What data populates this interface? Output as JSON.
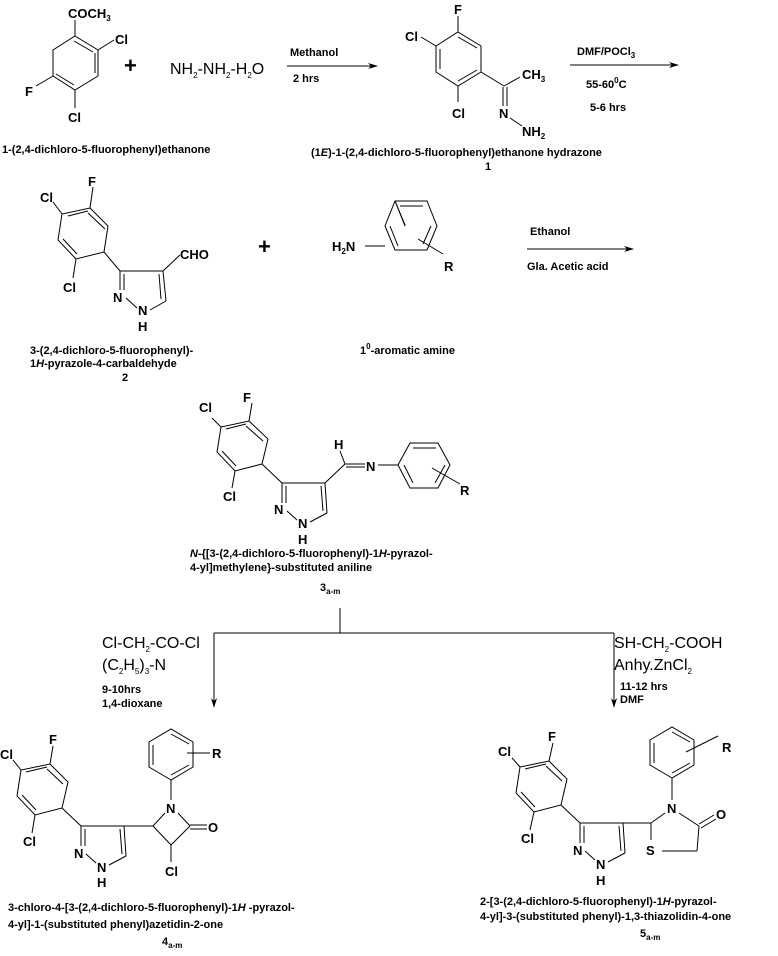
{
  "scheme": {
    "step1": {
      "reactant1": {
        "substituents": {
          "acyl": "COCH",
          "acyl_sub": "3",
          "cl_top": "Cl",
          "cl_bottom": "Cl",
          "f": "F"
        },
        "name": "1-(2,4-dichloro-5-fluorophenyl)ethanone"
      },
      "plus": "+",
      "reactant2": {
        "parts": [
          "NH",
          "2",
          "-NH",
          "2",
          "-H",
          "2",
          "O"
        ]
      },
      "conditions": {
        "above": "Methanol",
        "below": "2 hrs"
      }
    },
    "compound1": {
      "atoms": {
        "f": "F",
        "cl_top": "Cl",
        "cl_bottom": "Cl",
        "ch3": "CH",
        "ch3_sub": "3",
        "n": "N",
        "nh2": "NH",
        "nh2_sub": "2"
      },
      "name_prefix": "(1",
      "name_italic": "E",
      "name_suffix": ")-1-(2,4-dichloro-5-fluorophenyl)ethanone hydrazone",
      "number": "1"
    },
    "step2": {
      "conditions": {
        "above": "DMF/POCl",
        "above_sub": "3",
        "temp": "55-60",
        "temp_sup": "0",
        "temp_unit": "C",
        "time": "5-6 hrs"
      }
    },
    "compound2": {
      "atoms": {
        "f": "F",
        "cl_top": "Cl",
        "cl_bottom": "Cl",
        "cho": "CHO",
        "n1": "N",
        "n2": "N",
        "h": "H"
      },
      "name_line1": "3-(2,4-dichloro-5-fluorophenyl)-",
      "name_line2_prefix": "1",
      "name_line2_italic": "H",
      "name_line2_suffix": "-pyrazole-4-carbaldehyde",
      "number": "2"
    },
    "plus2": "+",
    "amine": {
      "atoms": {
        "h2n": "H",
        "h2n_sub": "2",
        "h2n_n": "N",
        "r": "R"
      },
      "name_prefix": "1",
      "name_sup": "0",
      "name_suffix": "-aromatic amine"
    },
    "step3": {
      "conditions": {
        "above": "Ethanol",
        "below": "Gla. Acetic acid"
      }
    },
    "compound3": {
      "atoms": {
        "f": "F",
        "cl_top": "Cl",
        "cl_bottom": "Cl",
        "h_imine": "H",
        "n_imine": "N",
        "r": "R",
        "n1": "N",
        "n2": "N",
        "h": "H"
      },
      "name_line1_italic": "N",
      "name_line1_mid": "-{[3-(2,4-dichloro-5-fluorophenyl)-1",
      "name_line1_italic2": "H",
      "name_line1_suffix": "-pyrazol-",
      "name_line2": "4-yl]methylene}-substituted aniline",
      "number": "3",
      "number_sub": "a-m"
    },
    "branch_left": {
      "conditions": {
        "reagent_parts": [
          "Cl-CH",
          "2",
          "-CO-Cl"
        ],
        "base_parts": [
          "(C",
          "2",
          "H",
          "5",
          ")",
          "3",
          "-N"
        ],
        "time": "9-10hrs",
        "solvent": "1,4-dioxane"
      }
    },
    "branch_right": {
      "conditions": {
        "reagent_parts": [
          "SH-CH",
          "2",
          "-COOH"
        ],
        "catalyst_parts": [
          "Anhy.ZnCl",
          "2"
        ],
        "time": "11-12 hrs",
        "solvent": "DMF"
      }
    },
    "compound4": {
      "atoms": {
        "f": "F",
        "cl_top": "Cl",
        "cl_bottom": "Cl",
        "n_lactam": "N",
        "o": "O",
        "cl_ring": "Cl",
        "r": "R",
        "n1": "N",
        "n2": "N",
        "h": "H"
      },
      "name_line1_prefix": "3-chloro-4-[3-(2,4-dichloro-5-fluorophenyl)-1",
      "name_line1_italic": "H",
      "name_line1_suffix": " -pyrazol-",
      "name_line2": "4-yl]-1-(substituted phenyl)azetidin-2-one",
      "number": "4",
      "number_sub": "a-m"
    },
    "compound5": {
      "atoms": {
        "f": "F",
        "cl_top": "Cl",
        "cl_bottom": "Cl",
        "n_ring": "N",
        "o": "O",
        "s": "S",
        "r": "R",
        "n1": "N",
        "n2": "N",
        "h": "H"
      },
      "name_line1_prefix": "2-[3-(2,4-dichloro-5-fluorophenyl)-1",
      "name_line1_italic": "H",
      "name_line1_suffix": "-pyrazol-",
      "name_line2": "4-yl]-3-(substituted phenyl)-1,3-thiazolidin-4-one",
      "number": "5",
      "number_sub": "a-m"
    }
  }
}
